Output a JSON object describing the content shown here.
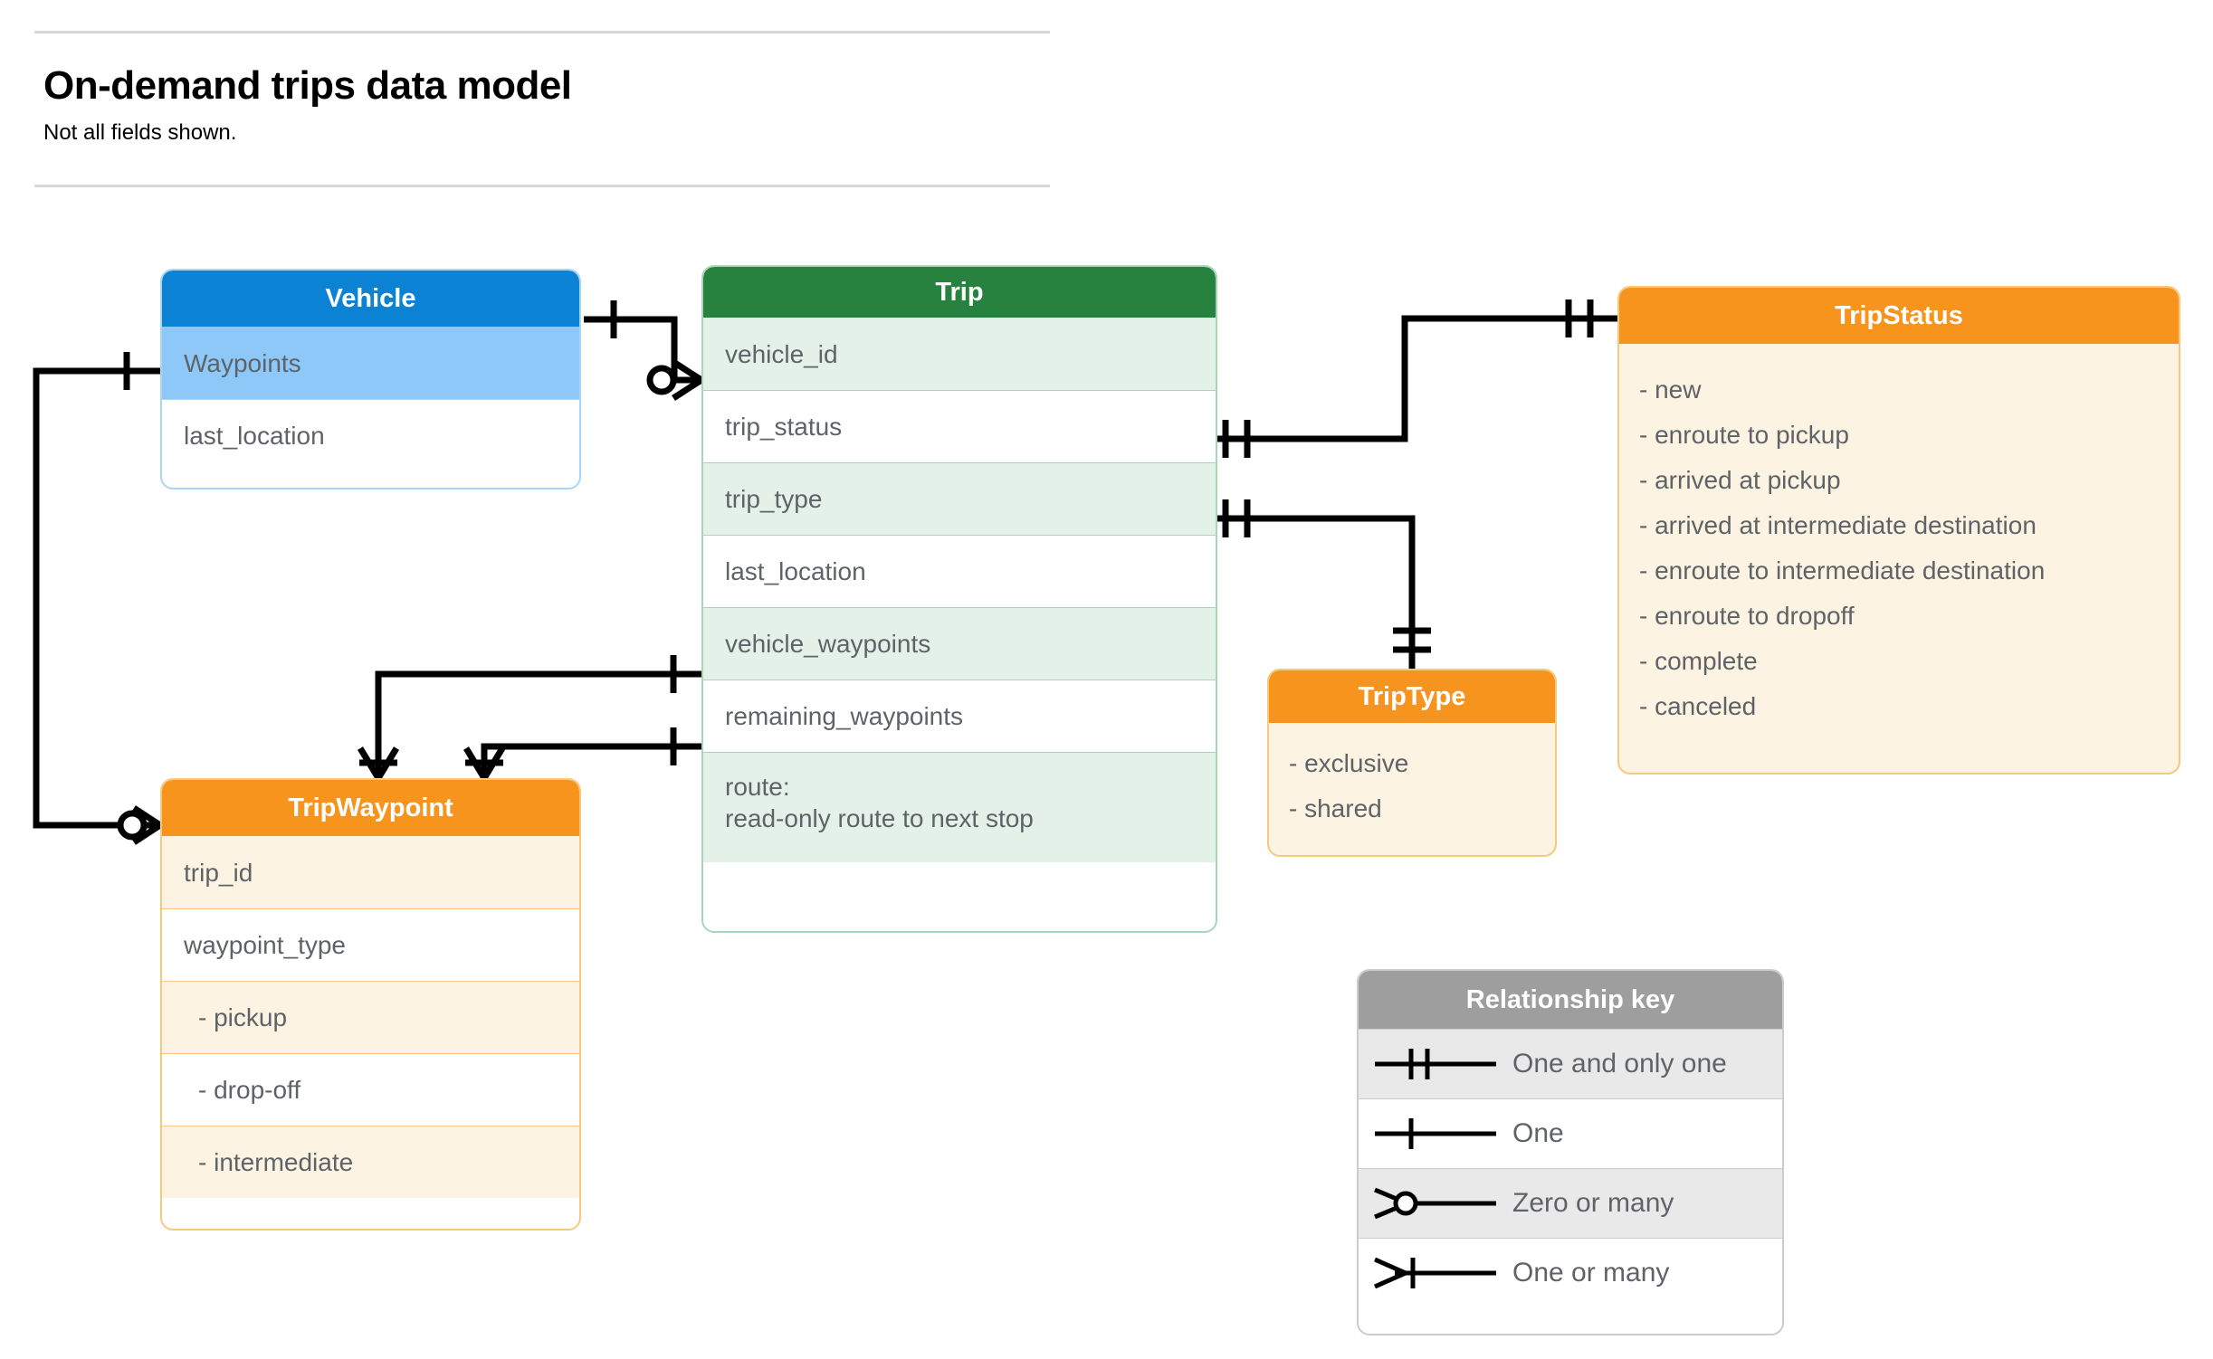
{
  "header": {
    "title": "On-demand trips data model",
    "subtitle": "Not all fields shown."
  },
  "entities": {
    "vehicle": {
      "name": "Vehicle",
      "color": "#0c82d4",
      "fields": [
        {
          "label": "Waypoints"
        },
        {
          "label": "last_location"
        }
      ]
    },
    "trip": {
      "name": "Trip",
      "color": "#27823f",
      "fields": [
        {
          "label": "vehicle_id"
        },
        {
          "label": "trip_status"
        },
        {
          "label": "trip_type"
        },
        {
          "label": "last_location"
        },
        {
          "label": "vehicle_waypoints"
        },
        {
          "label": "remaining_waypoints"
        },
        {
          "label": "route:",
          "label2": "read-only route to next stop"
        }
      ]
    },
    "tripstatus": {
      "name": "TripStatus",
      "color": "#f7941e",
      "values": [
        "- new",
        "- enroute to pickup",
        "- arrived at pickup",
        "- arrived at intermediate destination",
        "- enroute to intermediate destination",
        "- enroute to dropoff",
        "- complete",
        "- canceled"
      ]
    },
    "triptype": {
      "name": "TripType",
      "color": "#f7941e",
      "values": [
        "- exclusive",
        "- shared"
      ]
    },
    "tripwaypoint": {
      "name": "TripWaypoint",
      "color": "#f7941e",
      "fields": [
        {
          "label": "trip_id"
        },
        {
          "label": "waypoint_type"
        },
        {
          "label": "-  pickup"
        },
        {
          "label": "-  drop-off"
        },
        {
          "label": "-  intermediate"
        }
      ]
    }
  },
  "legend": {
    "title": "Relationship key",
    "rows": [
      {
        "symbol": "one-and-only-one-icon",
        "label": "One and only one"
      },
      {
        "symbol": "one-icon",
        "label": "One"
      },
      {
        "symbol": "zero-or-many-icon",
        "label": "Zero or many"
      },
      {
        "symbol": "one-or-many-icon",
        "label": "One or many"
      }
    ]
  },
  "relationships": [
    {
      "from": "Vehicle",
      "to": "Trip.vehicle_id",
      "from_card": "one",
      "to_card": "zero-or-many"
    },
    {
      "from": "Vehicle.Waypoints",
      "to": "TripWaypoint",
      "from_card": "one",
      "to_card": "zero-or-many"
    },
    {
      "from": "Trip.trip_status",
      "to": "TripStatus",
      "from_card": "one-and-only-one",
      "to_card": "one-and-only-one"
    },
    {
      "from": "Trip.trip_type",
      "to": "TripType",
      "from_card": "one-and-only-one",
      "to_card": "one-and-only-one"
    },
    {
      "from": "Trip.vehicle_waypoints",
      "to": "TripWaypoint",
      "from_card": "one",
      "to_card": "one-or-many"
    },
    {
      "from": "Trip.remaining_waypoints",
      "to": "TripWaypoint",
      "from_card": "one",
      "to_card": "one-or-many"
    }
  ]
}
